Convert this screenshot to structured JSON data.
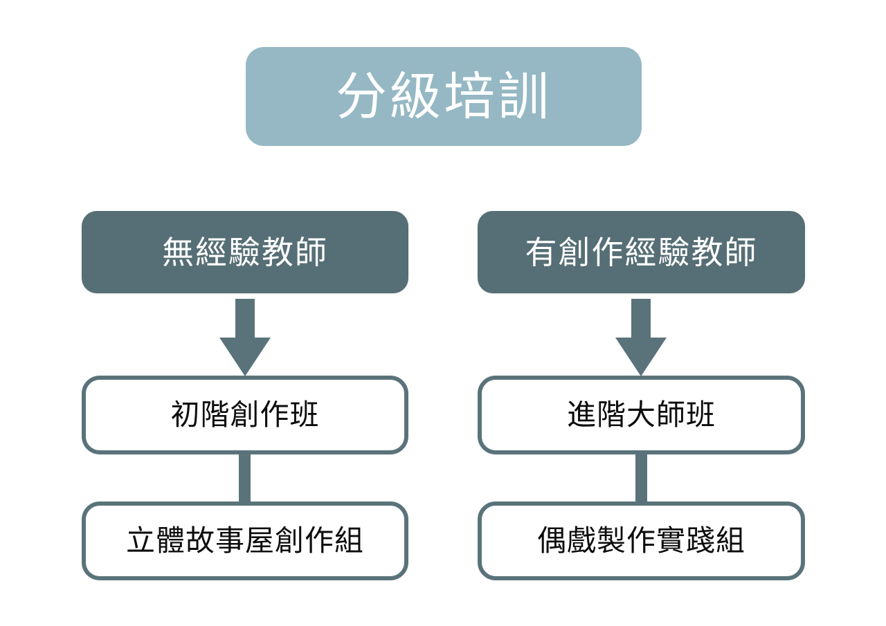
{
  "diagram": {
    "title": {
      "label": "分級培訓"
    },
    "colors": {
      "title_banner_bg": "#95b8c4",
      "title_text": "#ffffff",
      "header_bg": "#566e75",
      "header_text": "#ffffff",
      "box_border": "#5a737b",
      "box_bg": "#ffffff",
      "box_text": "#0d0d0d",
      "connector": "#5a737b",
      "page_bg": "#ffffff"
    },
    "columns": [
      {
        "id": "no-experience-track",
        "header": "無經驗教師",
        "connector_to_course": "down-arrow",
        "course": "初階創作班",
        "connector_to_group": "vertical-bar",
        "group": "立體故事屋創作組"
      },
      {
        "id": "experienced-track",
        "header": "有創作經驗教師",
        "connector_to_course": "down-arrow",
        "course": "進階大師班",
        "connector_to_group": "vertical-bar",
        "group": "偶戲製作實踐組"
      }
    ]
  }
}
